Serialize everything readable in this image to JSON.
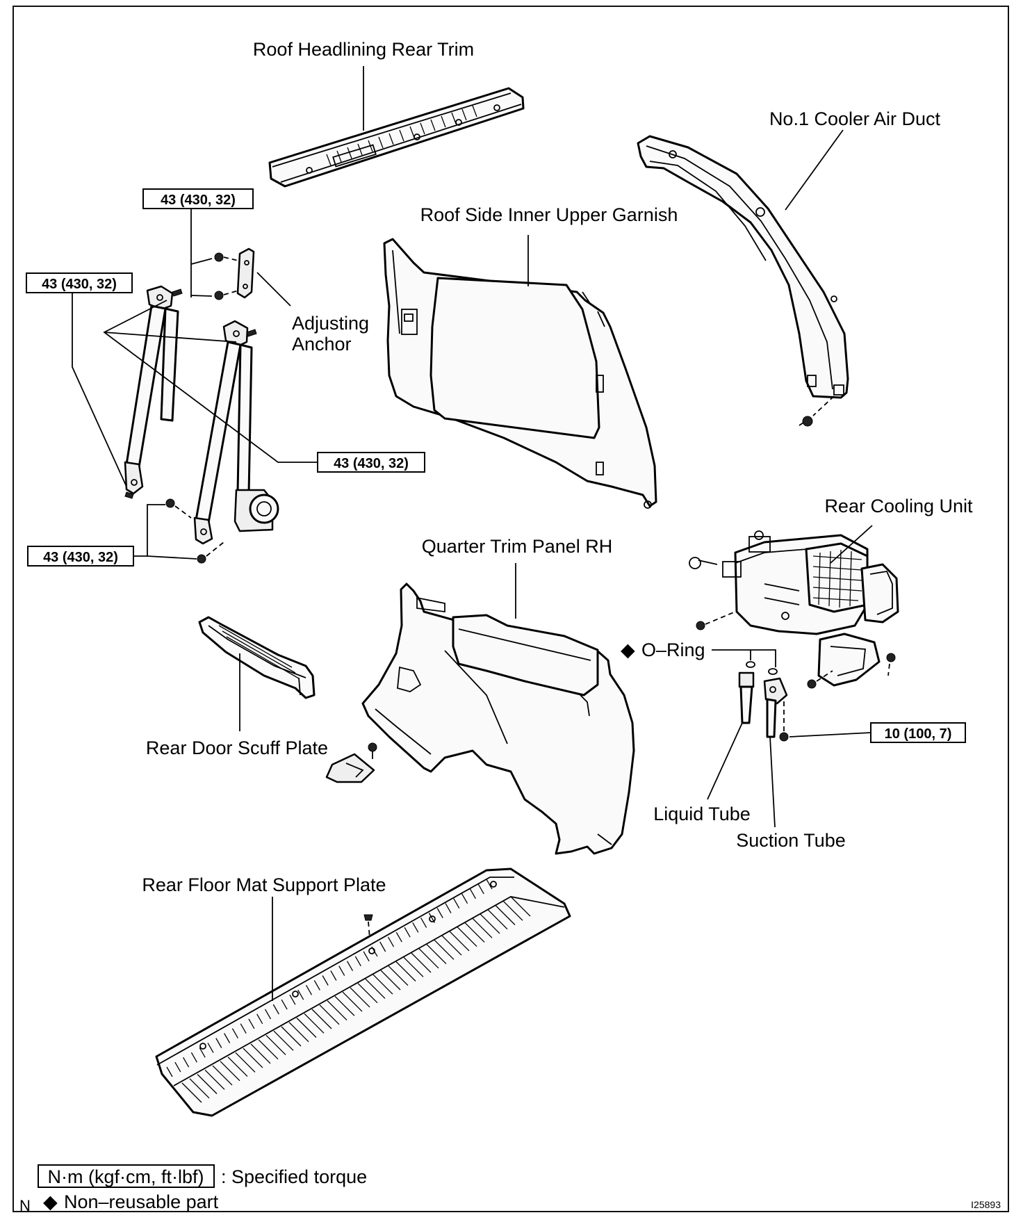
{
  "labels": {
    "roof_headlining_rear_trim": "Roof Headlining Rear Trim",
    "no1_cooler_air_duct": "No.1 Cooler Air Duct",
    "roof_side_inner_upper_garnish": "Roof Side Inner Upper Garnish",
    "adjusting_anchor_line1": "Adjusting",
    "adjusting_anchor_line2": "Anchor",
    "rear_cooling_unit": "Rear Cooling Unit",
    "quarter_trim_panel_rh": "Quarter Trim Panel RH",
    "o_ring": "O–Ring",
    "rear_door_scuff_plate": "Rear Door Scuff Plate",
    "liquid_tube": "Liquid Tube",
    "suction_tube": "Suction Tube",
    "rear_floor_mat_support_plate": "Rear Floor Mat Support Plate"
  },
  "torque_specs": {
    "adjusting_anchor": "43 (430, 32)",
    "upper_left": "43 (430, 32)",
    "center": "43 (430, 32)",
    "lower_left": "43 (430, 32)",
    "cooling_unit": "10 (100, 7)"
  },
  "legend": {
    "torque_box": "N·m (kgf·cm, ft·lbf)",
    "torque_desc": ": Specified torque",
    "nonreusable_desc": "Non–reusable part",
    "diamond_symbol": "◆"
  },
  "corner_mark": "N",
  "figure_code": "I25893"
}
